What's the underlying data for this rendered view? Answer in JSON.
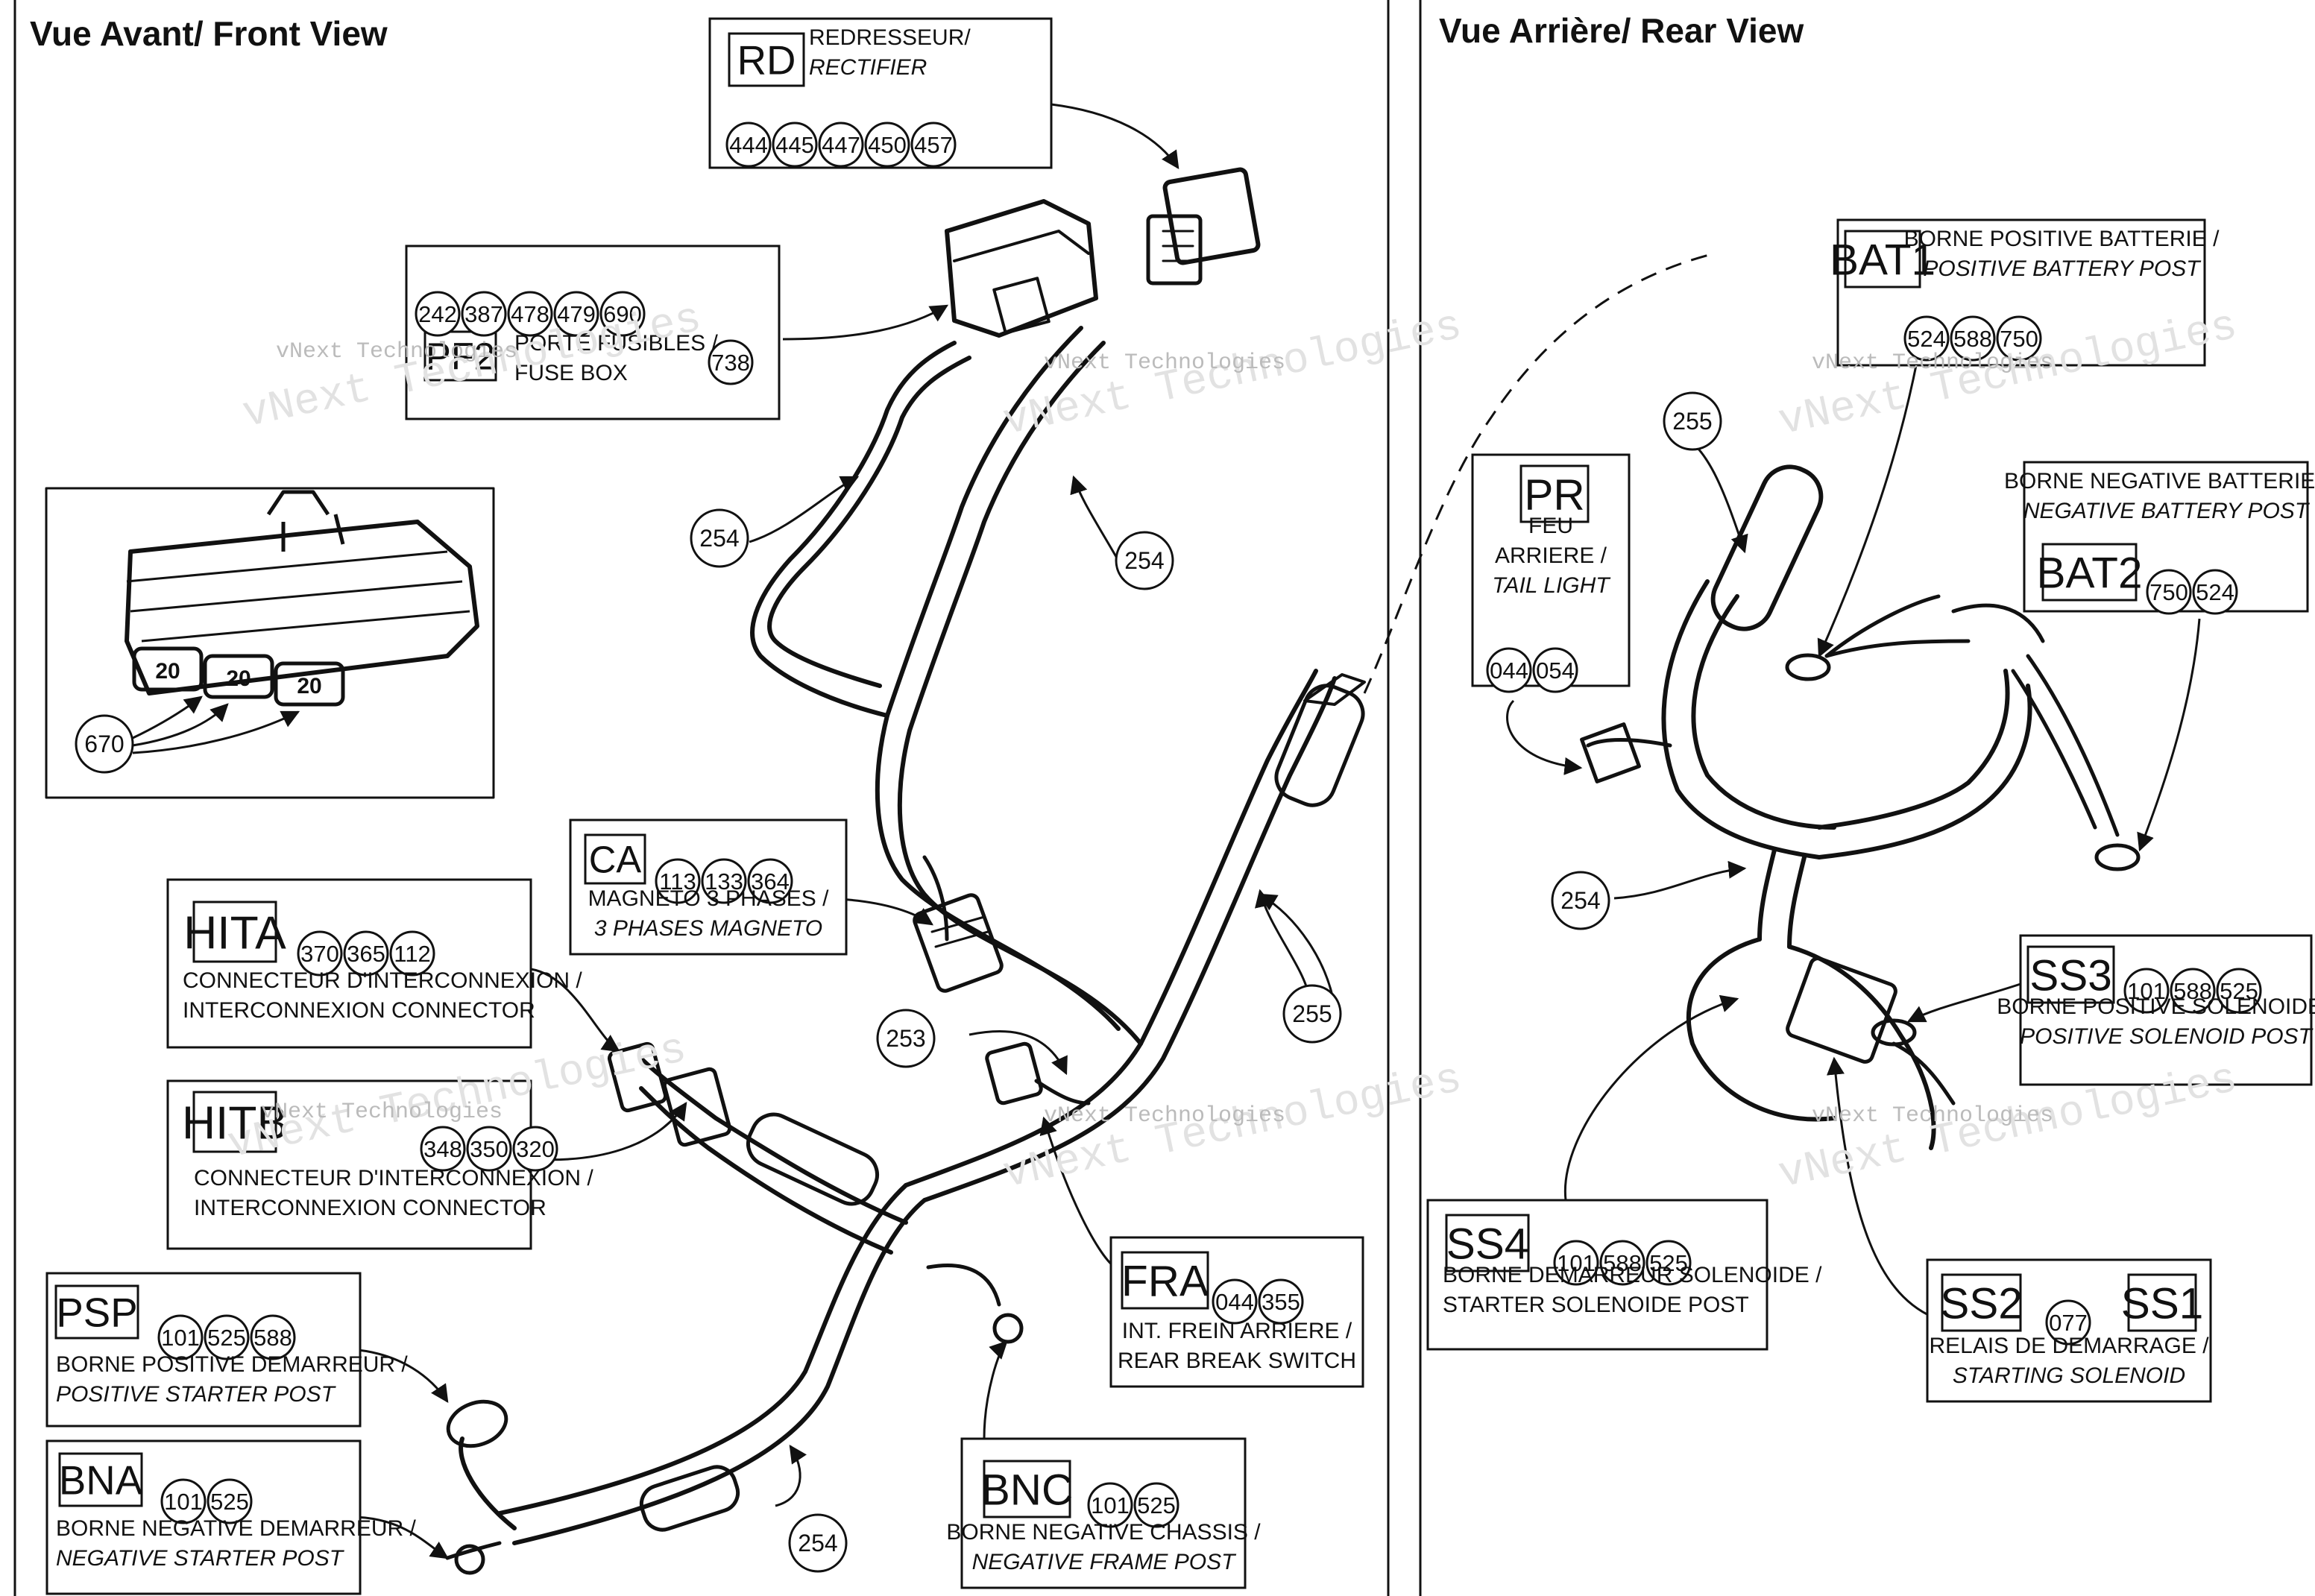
{
  "doc_id": "287 080 1b-02b",
  "views": {
    "front_title": "Vue Avant/ Front View",
    "rear_title": "Vue Arrière/ Rear View"
  },
  "watermark": {
    "line1": "vNext Technologies",
    "line2": "vNext Technologies"
  },
  "fuse_values": [
    "20",
    "20",
    "20"
  ],
  "callouts": [
    {
      "id": "c670",
      "num": "670"
    },
    {
      "id": "c254a",
      "num": "254"
    },
    {
      "id": "c254b",
      "num": "254"
    },
    {
      "id": "c254c",
      "num": "254"
    },
    {
      "id": "c254d",
      "num": "254"
    },
    {
      "id": "c255a",
      "num": "255"
    },
    {
      "id": "c255b",
      "num": "255"
    },
    {
      "id": "c253",
      "num": "253"
    }
  ],
  "labels": [
    {
      "id": "rd",
      "code": "RD",
      "parts": [
        "444",
        "445",
        "447",
        "450",
        "457"
      ],
      "text": [
        "REDRESSEUR/",
        "RECTIFIER"
      ]
    },
    {
      "id": "fuse",
      "code": "PF2",
      "parts": [
        "242",
        "387",
        "478",
        "479",
        "690",
        "738"
      ],
      "text": [
        "PORTE FUSIBLES /",
        "FUSE BOX"
      ]
    },
    {
      "id": "ca",
      "code": "CA",
      "parts": [
        "113",
        "133",
        "364"
      ],
      "text": [
        "MAGNETO 3 PHASES /",
        "3 PHASES MAGNETO"
      ]
    },
    {
      "id": "hita",
      "code": "HITA",
      "parts": [
        "370",
        "365",
        "112"
      ],
      "text": [
        "CONNECTEUR D'INTERCONNEXION /",
        "INTERCONNEXION CONNECTOR"
      ]
    },
    {
      "id": "hitb",
      "code": "HITB",
      "parts": [
        "348",
        "350",
        "320"
      ],
      "text": [
        "CONNECTEUR D'INTERCONNEXION /",
        "INTERCONNEXION CONNECTOR"
      ]
    },
    {
      "id": "psp",
      "code": "PSP",
      "parts": [
        "101",
        "525",
        "588"
      ],
      "text": [
        "BORNE POSITIVE DEMARREUR /",
        "POSITIVE STARTER POST"
      ]
    },
    {
      "id": "bna",
      "code": "BNA",
      "parts": [
        "101",
        "525"
      ],
      "text": [
        "BORNE NEGATIVE DEMARREUR /",
        "NEGATIVE STARTER POST"
      ]
    },
    {
      "id": "bnc",
      "code": "BNC",
      "parts": [
        "101",
        "525"
      ],
      "text": [
        "BORNE NEGATIVE CHASSIS /",
        "NEGATIVE FRAME POST"
      ]
    },
    {
      "id": "fra",
      "code": "FRA",
      "parts": [
        "044",
        "355"
      ],
      "text": [
        "INT. FREIN ARRIERE /",
        "REAR BREAK SWITCH"
      ]
    },
    {
      "id": "bat1",
      "code": "BAT1",
      "parts": [
        "524",
        "588",
        "750"
      ],
      "text": [
        "BORNE POSITIVE BATTERIE /",
        "POSITIVE BATTERY POST"
      ]
    },
    {
      "id": "bat2",
      "code": "BAT2",
      "parts": [
        "750",
        "524"
      ],
      "text": [
        "BORNE NEGATIVE BATTERIE /",
        "NEGATIVE BATTERY POST"
      ]
    },
    {
      "id": "pr",
      "code": "PR",
      "parts": [
        "044",
        "054"
      ],
      "text": [
        "FEU",
        "ARRIERE /",
        "TAIL LIGHT"
      ]
    },
    {
      "id": "ss3",
      "code": "SS3",
      "parts": [
        "101",
        "588",
        "525"
      ],
      "text": [
        "BORNE POSITIVE SOLENOIDE /",
        "POSITIVE SOLENOID POST"
      ]
    },
    {
      "id": "ss4",
      "code": "SS4",
      "parts": [
        "101",
        "588",
        "525"
      ],
      "text": [
        "BORNE DEMARREUR SOLENOIDE /",
        "STARTER SOLENOIDE POST"
      ]
    },
    {
      "id": "ss21",
      "code": "SS2",
      "code2": "SS1",
      "parts": [
        "077"
      ],
      "text": [
        "RELAIS DE DEMARRAGE /",
        "STARTING SOLENOID"
      ]
    }
  ]
}
